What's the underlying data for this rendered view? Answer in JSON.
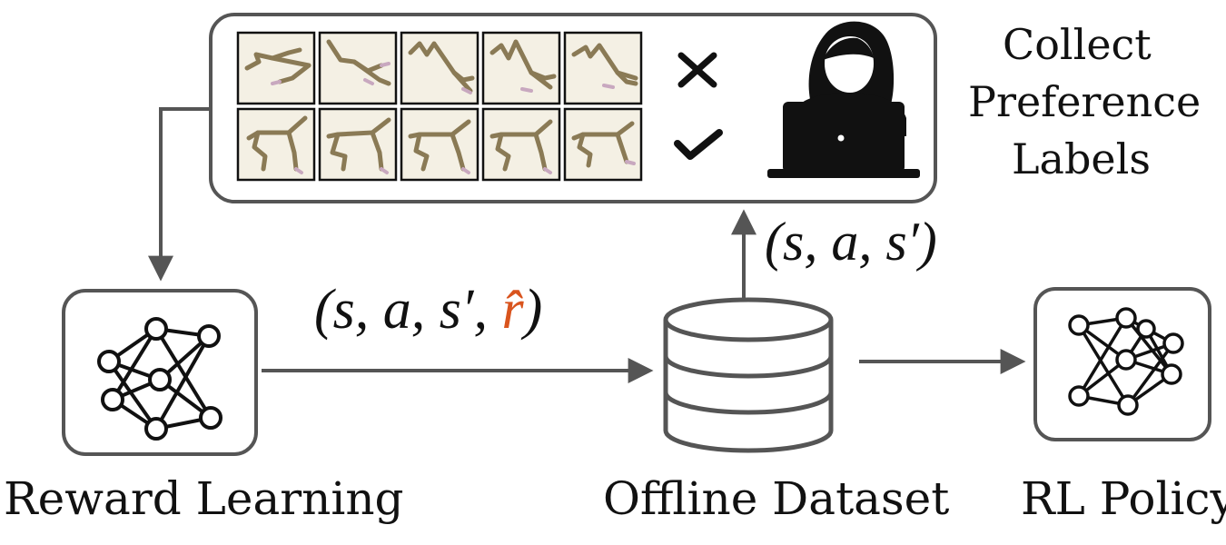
{
  "labels": {
    "reward_learning": "Reward Learning",
    "offline_dataset": "Offline Dataset",
    "rl_policy": "RL Policy",
    "collect_line1": "Collect",
    "collect_line2": "Preference",
    "collect_line3": "Labels"
  },
  "math": {
    "tuple_to_collect": "(s, a, s′)",
    "tuple_to_dataset": "(s, a, s′, r̂)"
  },
  "icons": {
    "reject": "cross-icon",
    "accept": "check-icon",
    "annotator": "person-laptop-icon",
    "model": "neural-network-icon",
    "dataset": "database-icon"
  },
  "colors": {
    "stroke": "#555555",
    "rhat": "#d9541e"
  }
}
